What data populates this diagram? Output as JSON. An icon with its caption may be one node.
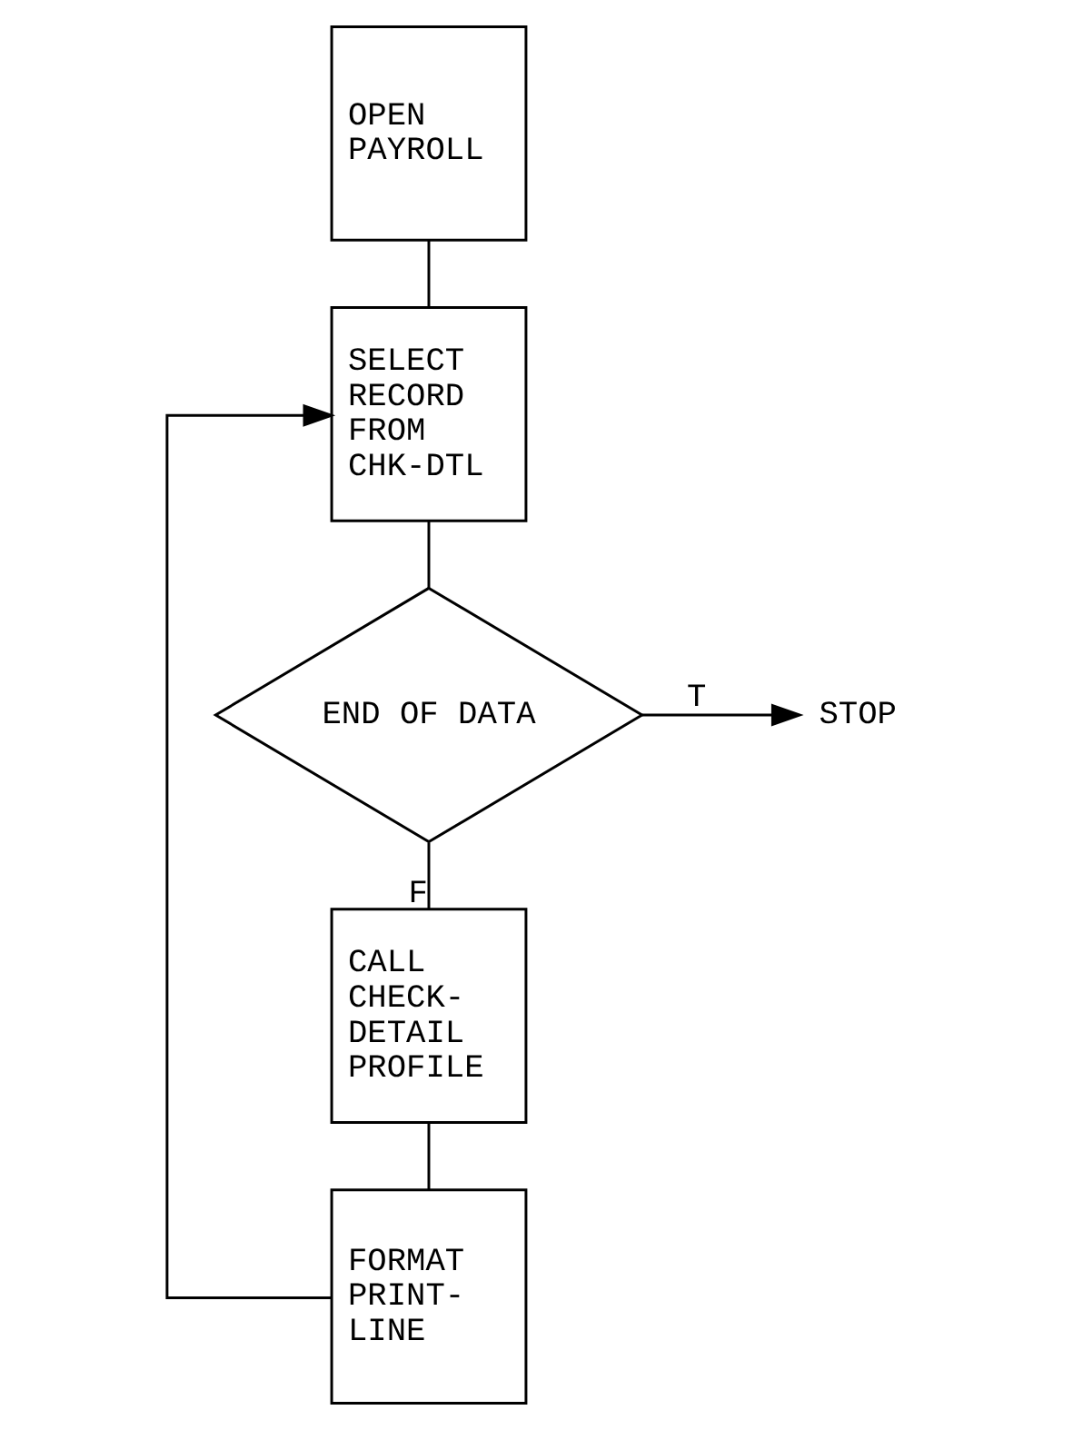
{
  "diagram": {
    "nodes": [
      {
        "text": [
          "OPEN PAYROLL"
        ]
      },
      {
        "text": [
          "SELECT RECORD FROM CHK-DTL"
        ]
      },
      {
        "text": [
          "END OF DATA"
        ]
      },
      {
        "text": [
          "STOP"
        ]
      },
      {
        "text": [
          "CALL CHECK- DETAIL PROFILE"
        ]
      },
      {
        "text": [
          "FORMAT PRINT- LINE"
        ]
      }
    ],
    "edges": [
      {
        "from": 0,
        "to": 1,
        "arrow": "none"
      },
      {
        "from": 1,
        "to": 2,
        "arrow": "none"
      },
      {
        "from": 2,
        "to": 3,
        "arrow": "to",
        "label": "T"
      },
      {
        "from": 2,
        "to": 4,
        "arrow": "none",
        "label": "F"
      },
      {
        "from": 4,
        "to": 5,
        "arrow": "none"
      },
      {
        "from": 5,
        "to": 1,
        "arrow": "to"
      }
    ]
  }
}
